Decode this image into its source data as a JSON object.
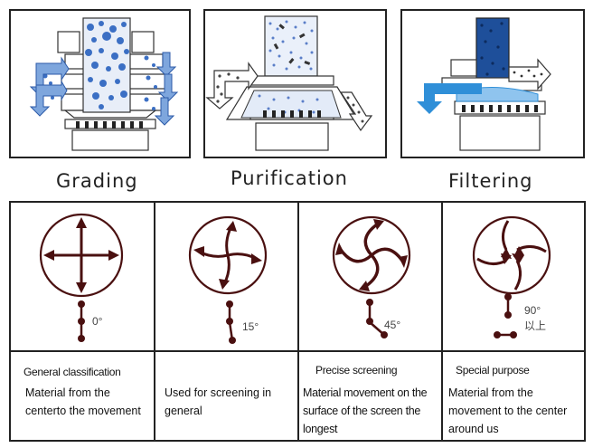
{
  "panels": [
    {
      "caption": "Grading"
    },
    {
      "caption": "Purification"
    },
    {
      "caption": "Filtering"
    }
  ],
  "modes": [
    {
      "angle": "0°",
      "title": "General classification",
      "description": "Material from the centerto the movement"
    },
    {
      "angle": "15°",
      "title": "",
      "description": "Used for screening in general"
    },
    {
      "angle": "45°",
      "title": "Precise screening",
      "description": "Material movement on the surface of the screen the longest"
    },
    {
      "angle": "90°",
      "angle_extra": "以上",
      "title": "Special purpose",
      "description": "Material from the movement to the center around us"
    }
  ],
  "colors": {
    "particle_blue": "#3b6fc4",
    "flow_blue": "#2f8fd8",
    "dark_red": "#4a1010",
    "outline": "#222222"
  }
}
